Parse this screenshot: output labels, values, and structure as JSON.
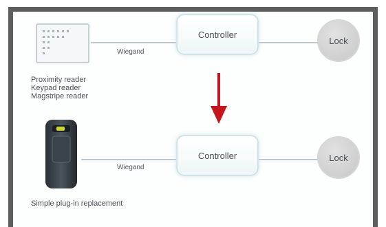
{
  "reader_types": [
    "Proximity reader",
    "Keypad reader",
    "Magstripe reader"
  ],
  "top_row": {
    "wiegand_label": "Wiegand",
    "controller_label": "Controller",
    "lock_label": "Lock"
  },
  "bottom_row": {
    "wiegand_label": "Wiegand",
    "controller_label": "Controller",
    "lock_label": "Lock"
  },
  "replacement_caption": "Simple plug-in replacement",
  "colors": {
    "arrow": "#c4161c",
    "frame": "#5e5e5e",
    "connector": "#bfc8cc"
  }
}
